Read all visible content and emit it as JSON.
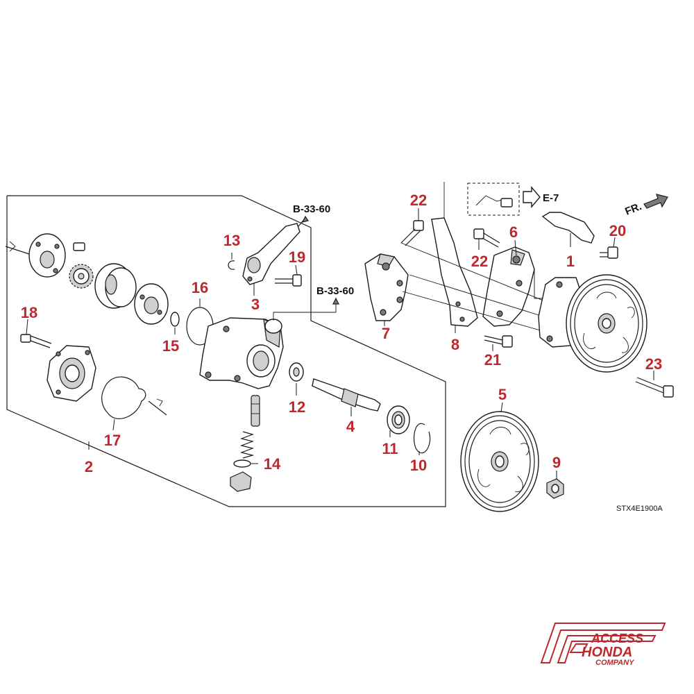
{
  "diagram": {
    "callouts": {
      "c1": "1",
      "c2": "2",
      "c3": "3",
      "c4": "4",
      "c5": "5",
      "c6": "6",
      "c7": "7",
      "c8": "8",
      "c9": "9",
      "c10": "10",
      "c11": "11",
      "c12": "12",
      "c13": "13",
      "c14": "14",
      "c15": "15",
      "c16": "16",
      "c17": "17",
      "c18": "18",
      "c19": "19",
      "c20": "20",
      "c21": "21",
      "c22a": "22",
      "c22b": "22",
      "c23": "23"
    },
    "references": {
      "b3360_top": "B-33-60",
      "b3360_mid": "B-33-60",
      "e7": "E-7",
      "front": "FR."
    },
    "drawing_code": "STX4E1900A",
    "logo": {
      "line1": "ACCESS",
      "line2": "HONDA",
      "line3": "COMPANY",
      "color": "#c0272d"
    },
    "colors": {
      "callout": "#c0272d",
      "linework": "#1a1a1a"
    }
  }
}
